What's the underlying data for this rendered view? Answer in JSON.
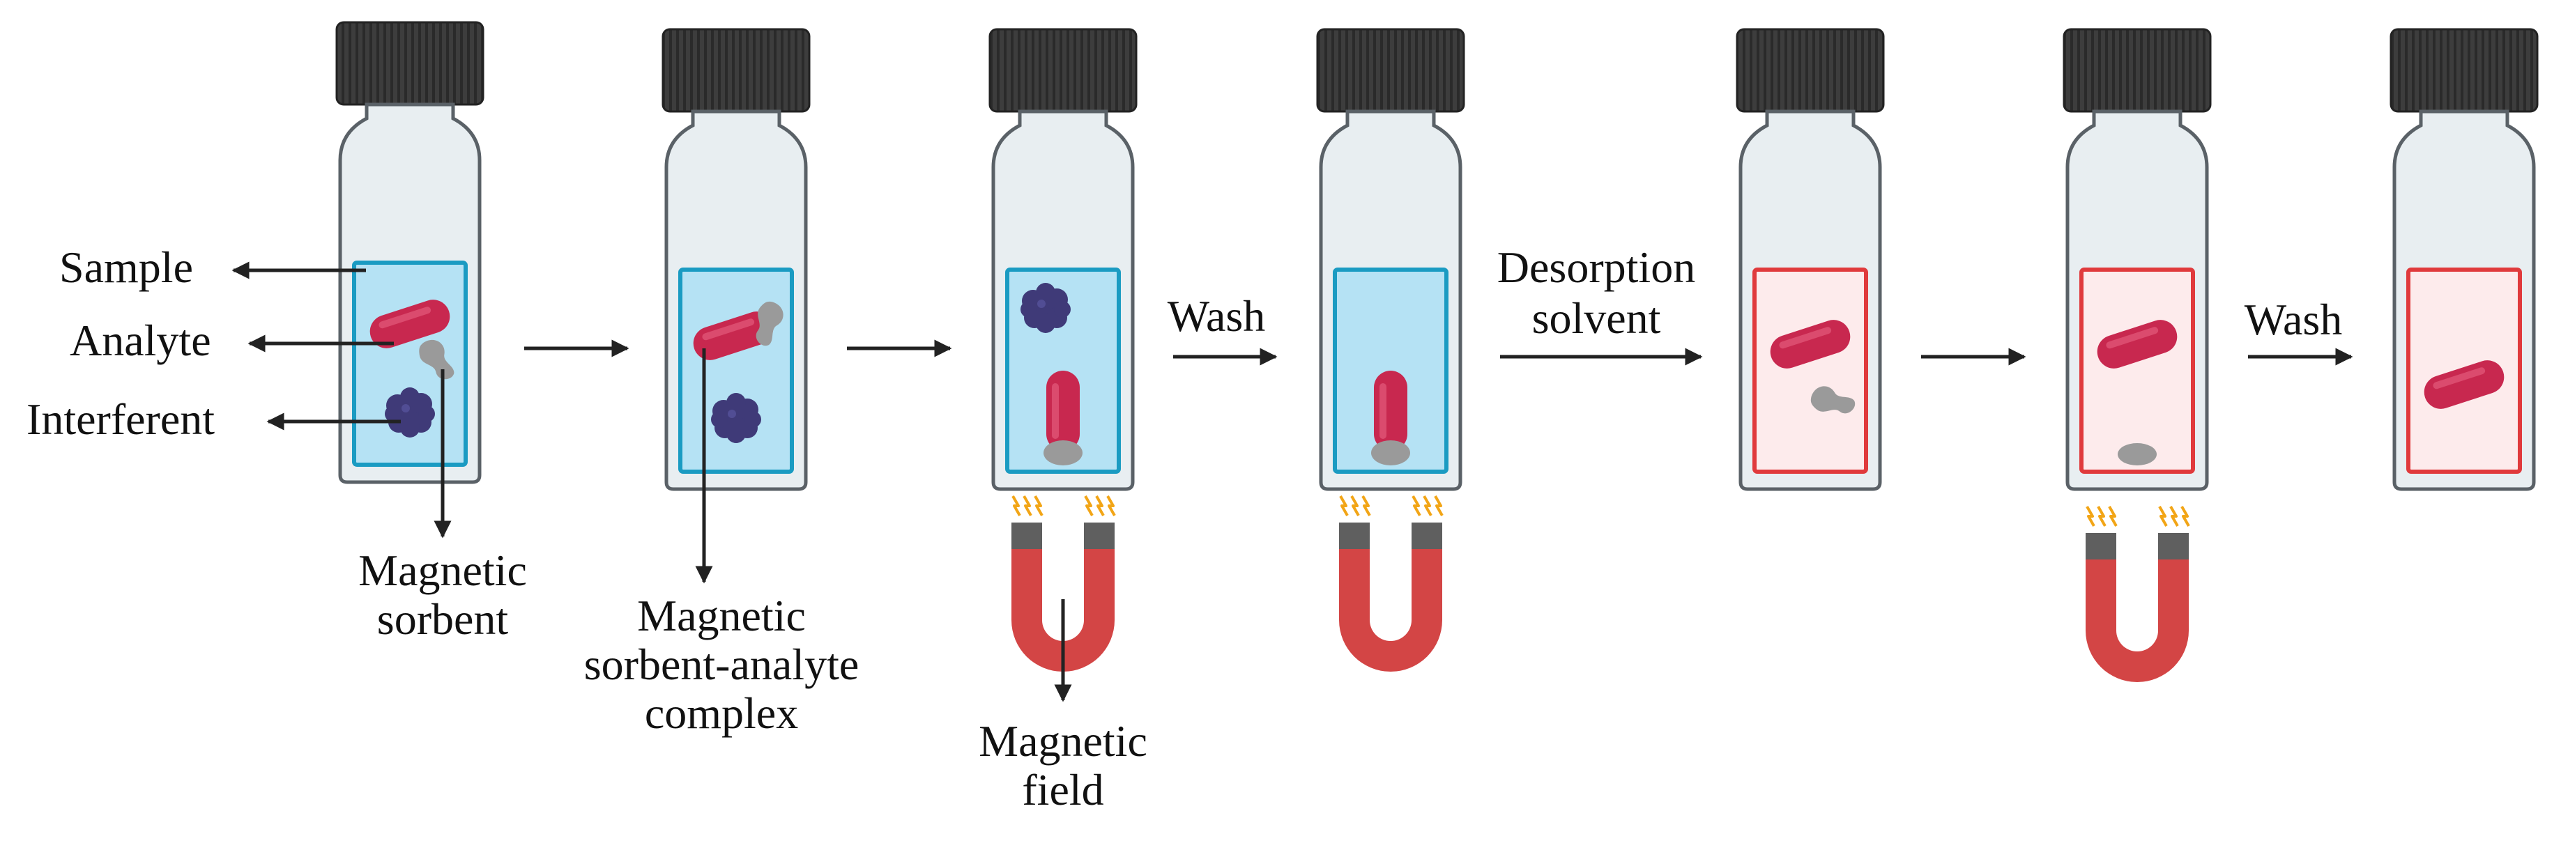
{
  "labels": {
    "sample": "Sample",
    "analyte": "Analyte",
    "interferent": "Interferent",
    "magnetic_sorbent": [
      "Magnetic",
      "sorbent"
    ],
    "complex": [
      "Magnetic",
      "sorbent-analyte",
      "complex"
    ],
    "magnetic_field": [
      "Magnetic",
      "field"
    ],
    "wash_1": "Wash",
    "desorption_solvent": [
      "Desorption",
      "solvent"
    ],
    "wash_2": "Wash"
  },
  "steps": [
    {
      "liquid": "sample",
      "content": [
        "analyte",
        "sorbent",
        "interferent"
      ],
      "magnet": false
    },
    {
      "liquid": "sample",
      "content": [
        "complex",
        "interferent"
      ],
      "magnet": false
    },
    {
      "liquid": "sample",
      "content": [
        "interferent",
        "complex-held"
      ],
      "magnet": true
    },
    {
      "liquid": "sample",
      "content": [
        "complex-held"
      ],
      "magnet": true
    },
    {
      "liquid": "desorption",
      "content": [
        "analyte",
        "sorbent"
      ],
      "magnet": false
    },
    {
      "liquid": "desorption",
      "content": [
        "analyte",
        "sorbent-held"
      ],
      "magnet": true
    },
    {
      "liquid": "desorption",
      "content": [
        "analyte"
      ],
      "magnet": false
    }
  ],
  "colors": {
    "vial_glass": "#e8eef1",
    "vial_outline": "#5a6167",
    "cap": "#3d3d3d",
    "sample_liquid": "#b5e2f4",
    "sample_border": "#1a9bc2",
    "desorption_liquid": "#fdebec",
    "desorption_border": "#e03a3c",
    "analyte": "#c8284f",
    "sorbent": "#9a9a9a",
    "interferent": "#3f3a78",
    "magnet": "#d34545",
    "magnet_tip": "#5f5f5f",
    "spark": "#f2a516"
  }
}
